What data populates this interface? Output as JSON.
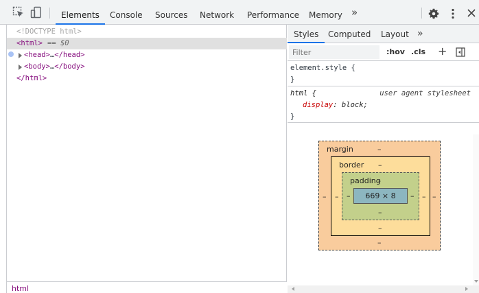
{
  "toolbar": {
    "tabs": [
      {
        "label": "Elements",
        "active": true
      },
      {
        "label": "Console",
        "active": false
      },
      {
        "label": "Sources",
        "active": false
      },
      {
        "label": "Network",
        "active": false
      },
      {
        "label": "Performance",
        "active": false
      },
      {
        "label": "Memory",
        "active": false
      }
    ],
    "more_label": "»",
    "accent_color": "#1a73e8"
  },
  "elements": {
    "doctype": "<!DOCTYPE html>",
    "html_open": "<html>",
    "selected_marker": "== $0",
    "head_open": "<head>",
    "head_ellipsis": "…",
    "head_close": "</head>",
    "body_open": "<body>",
    "body_ellipsis": "…",
    "body_close": "</body>",
    "html_close": "</html>",
    "breadcrumb": "html"
  },
  "styles": {
    "subtabs": [
      {
        "label": "Styles",
        "active": true
      },
      {
        "label": "Computed",
        "active": false
      },
      {
        "label": "Layout",
        "active": false
      }
    ],
    "subtabs_more": "»",
    "filter_placeholder": "Filter",
    "hov_label": ":hov",
    "cls_label": ".cls",
    "plus_label": "+",
    "element_style_selector": "element.style {",
    "element_style_close": "}",
    "ua_selector": "html",
    "ua_open_brace": "{",
    "ua_source": "user agent stylesheet",
    "ua_property": "display",
    "ua_colon": ":",
    "ua_value": "block;",
    "ua_close": "}"
  },
  "box_model": {
    "margin_label": "margin",
    "border_label": "border",
    "padding_label": "padding",
    "content_size": "669 × 8",
    "dash": "–",
    "padding_top_dash": "-"
  }
}
